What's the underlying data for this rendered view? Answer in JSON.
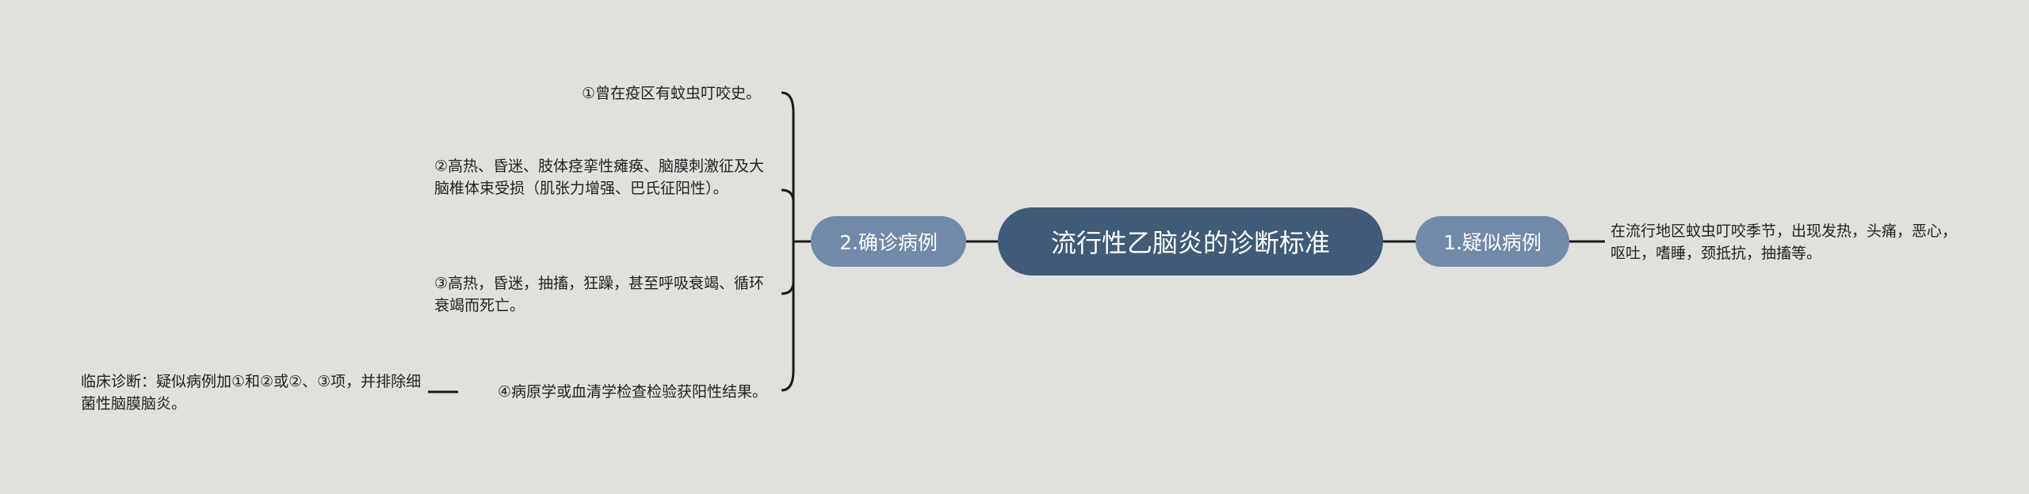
{
  "central": {
    "title": "流行性乙脑炎的诊断标准"
  },
  "right_branch": {
    "label": "1.疑似病例",
    "text": "在流行地区蚊虫叮咬季节，出现发热，头痛，恶心，呕吐，嗜睡，颈抵抗，抽搐等。"
  },
  "left_branch": {
    "label": "2.确诊病例",
    "items": [
      {
        "text": "①曾在疫区有蚊虫叮咬史。"
      },
      {
        "text": "②高热、昏迷、肢体痉挛性瘫痪、脑膜刺激征及大脑椎体束受损（肌张力增强、巴氏征阳性）。"
      },
      {
        "text": "③高热，昏迷，抽搐，狂躁，甚至呼吸衰竭、循环衰竭而死亡。"
      },
      {
        "text": "④病原学或血清学检查检验获阳性结果。"
      }
    ],
    "sub_item": {
      "text": "临床诊断：疑似病例加①和②或②、③项，并排除细菌性脑膜脑炎。"
    }
  },
  "colors": {
    "background": "#e0e0dd",
    "central_fill": "#405a78",
    "branch_fill": "#7289a8",
    "line": "#1a1a1a",
    "text": "#222222"
  }
}
